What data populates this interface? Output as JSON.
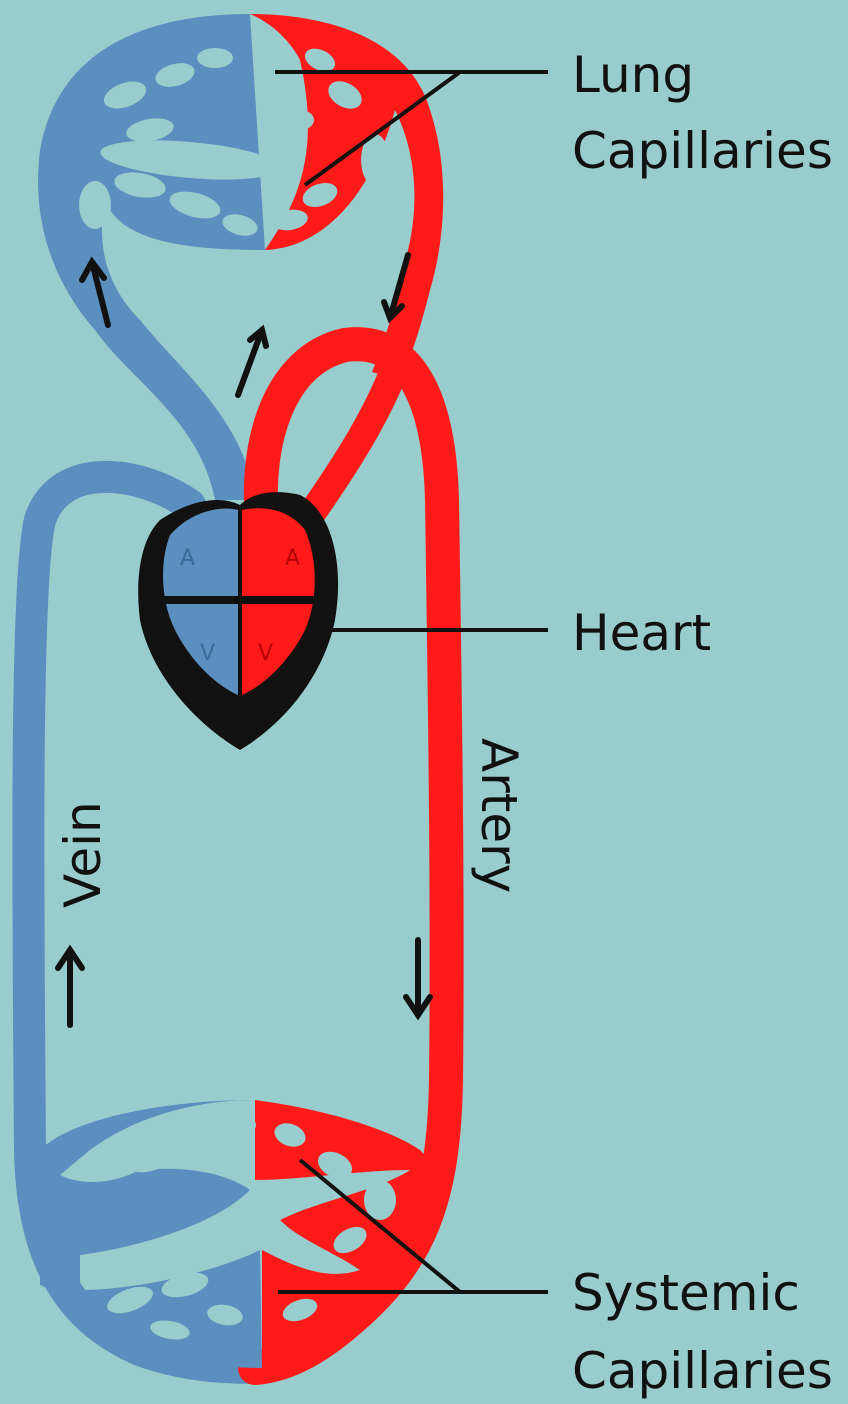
{
  "labels": {
    "lung_line1": "Lung",
    "lung_line2": "Capillaries",
    "heart": "Heart",
    "artery": "Artery",
    "vein": "Vein",
    "systemic_line1": "Systemic",
    "systemic_line2": "Capillaries"
  },
  "chambers": {
    "right_atrium": "A",
    "right_ventricle": "V",
    "left_atrium": "A",
    "left_ventricle": "V"
  },
  "colors": {
    "background": "#99cccc",
    "deoxygenated_blood": "#5b8fbf",
    "oxygenated_blood": "#ff1a1a",
    "heart_muscle": "#111111"
  }
}
